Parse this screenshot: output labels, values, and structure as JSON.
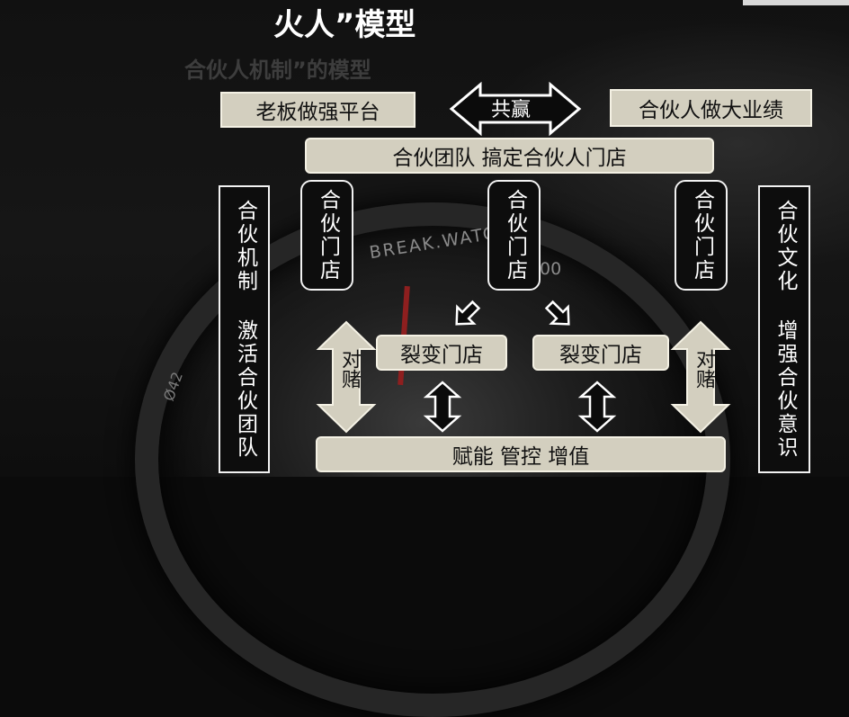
{
  "title": "火人”模型",
  "subtitle": "合伙人机制”的模型",
  "nodes": {
    "boss_platform": "老板做强平台",
    "win_win": "共赢",
    "partner_performance": "合伙人做大业绩",
    "partner_team": "合伙团队 搞定合伙人门店",
    "left_store": "合伙门店",
    "center_store": "合伙门店",
    "right_store": "合伙门店",
    "left_mechanism": "合伙机制 激活合伙团队",
    "right_culture": "合伙文化 增强合伙意识",
    "fission_left": "裂变门店",
    "fission_right": "裂变门店",
    "gamble_left": "对赌",
    "gamble_right": "对赌",
    "bottom_bar": "赋能 管控 增值"
  },
  "background": {
    "watch_brand": "BREAK.WATCH",
    "watch_number": "00",
    "watch_size": "Ø42"
  },
  "colors": {
    "box_fill": "#d3cfbf",
    "box_border": "#f4f1e4",
    "dark_box_fill": "#0d0d0d",
    "text_dark": "#111111",
    "text_light": "#ffffff"
  }
}
